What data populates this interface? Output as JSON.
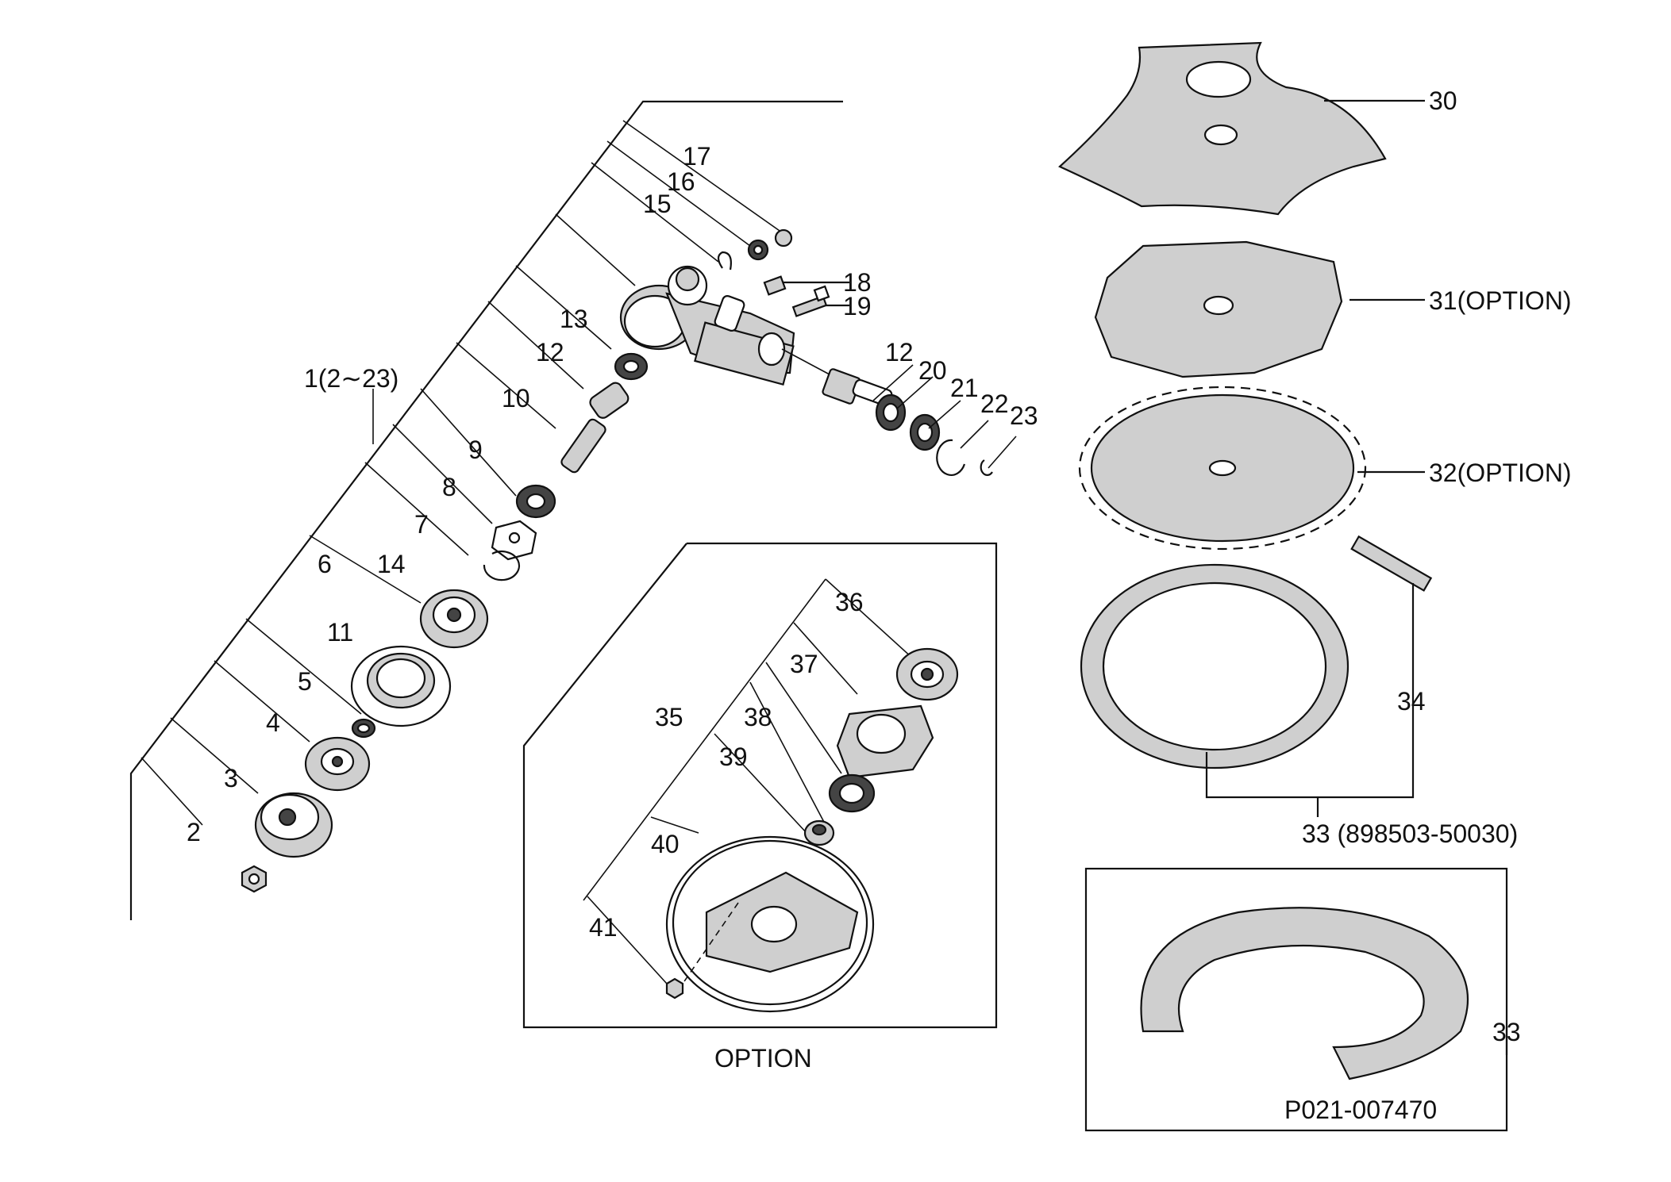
{
  "labels": {
    "p1": "1(2∼23)",
    "p2": "2",
    "p3": "3",
    "p4": "4",
    "p5": "5",
    "p6": "6",
    "p7": "7",
    "p8": "8",
    "p9": "9",
    "p10": "10",
    "p11": "11",
    "p12a": "12",
    "p12b": "12",
    "p13": "13",
    "p14": "14",
    "p15": "15",
    "p16": "16",
    "p17": "17",
    "p18": "18",
    "p19": "19",
    "p20": "20",
    "p21": "21",
    "p22": "22",
    "p23": "23",
    "p30": "30",
    "p31": "31(OPTION)",
    "p32": "32(OPTION)",
    "p33": "33 (898503-50030)",
    "p33b": "33",
    "p34": "34",
    "p35": "35",
    "p36": "36",
    "p37": "37",
    "p38": "38",
    "p39": "39",
    "p40": "40",
    "p41": "41",
    "option": "OPTION",
    "drawing_code": "P021-007470"
  }
}
